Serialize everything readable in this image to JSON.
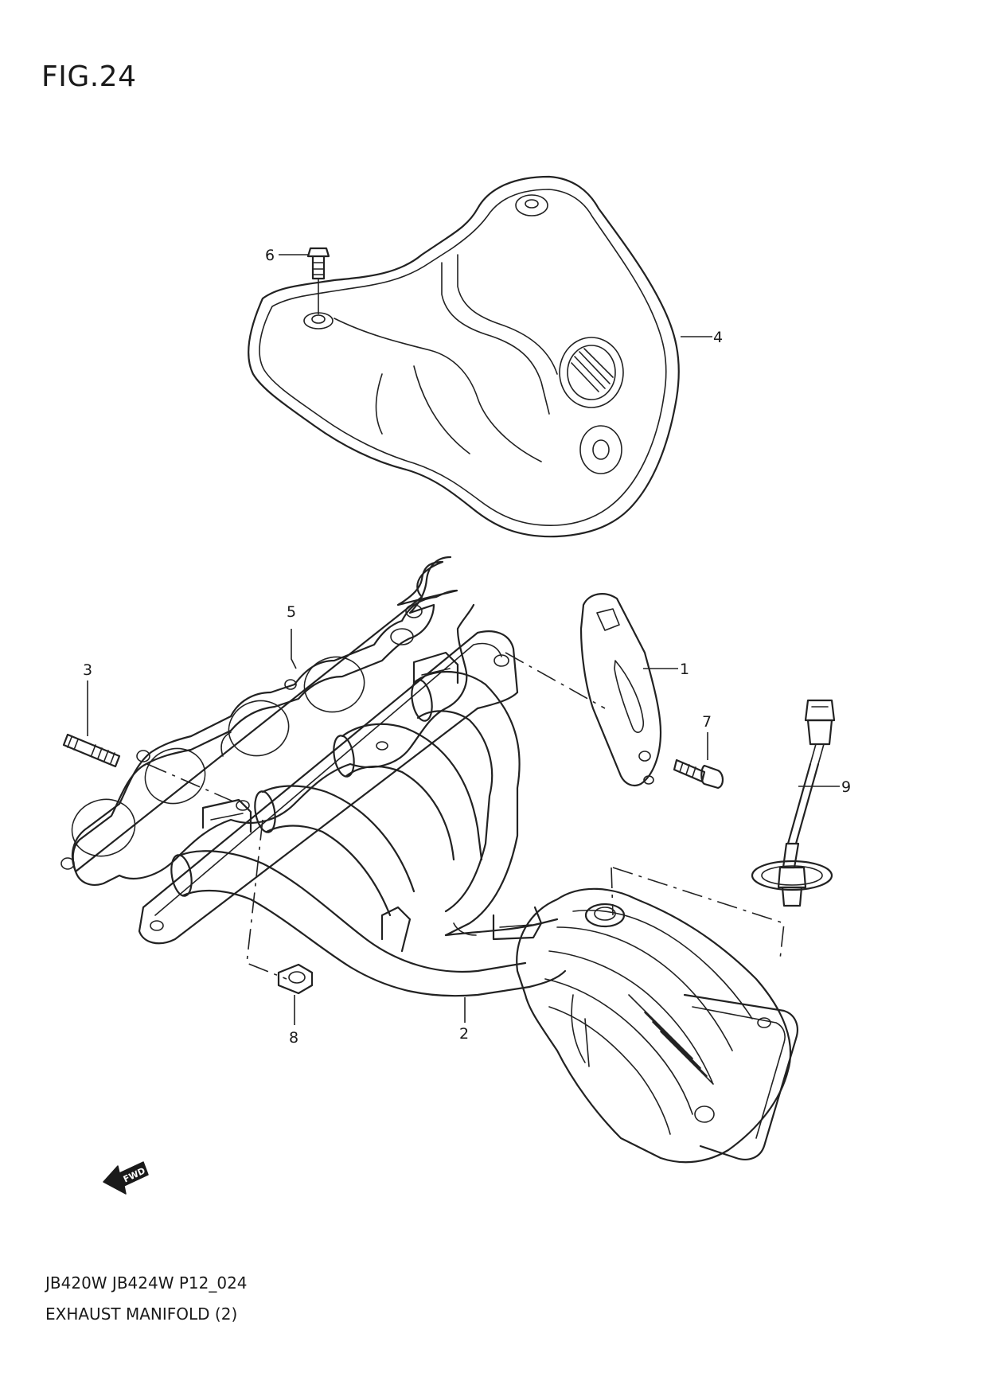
{
  "figure": {
    "title": "FIG.24",
    "model_code": "JB420W JB424W P12_024",
    "caption": "EXHAUST MANIFOLD (2)"
  },
  "callouts": [
    {
      "id": "1",
      "label": "1"
    },
    {
      "id": "2",
      "label": "2"
    },
    {
      "id": "3",
      "label": "3"
    },
    {
      "id": "4",
      "label": "4"
    },
    {
      "id": "5",
      "label": "5"
    },
    {
      "id": "6",
      "label": "6"
    },
    {
      "id": "7",
      "label": "7"
    },
    {
      "id": "8",
      "label": "8"
    },
    {
      "id": "9",
      "label": "9"
    }
  ],
  "direction_arrow": {
    "label": "FWD"
  },
  "colors": {
    "line": "#222222",
    "background": "#ffffff"
  }
}
